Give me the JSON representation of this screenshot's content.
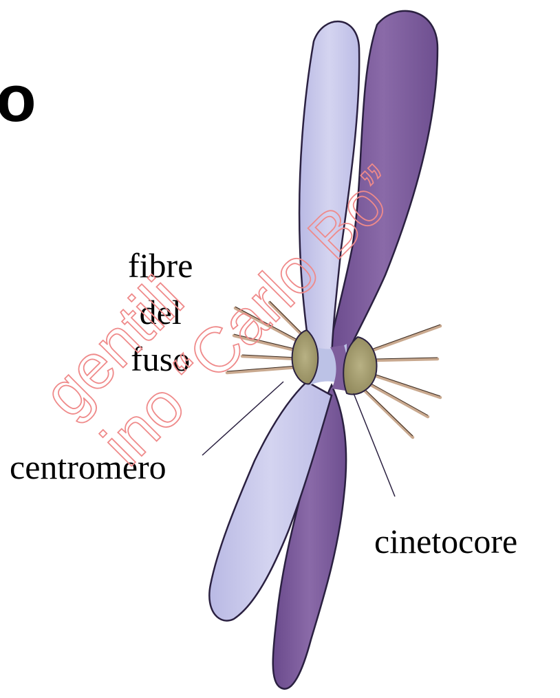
{
  "diagram": {
    "corner_letter": "o",
    "labels": {
      "spindle_fibers_lines": [
        "fibre",
        "del",
        "fuso"
      ],
      "centromere": "centromero",
      "kinetochore": "cinetocore"
    },
    "watermark": {
      "line1": "gentili",
      "line2": "ino “Carlo Bo”"
    },
    "colors": {
      "light_chromatid": "#c9c9ea",
      "dark_chromatid": "#7e5e9c",
      "kinetochore": "#a89f6e",
      "fiber": "#c9a98f",
      "watermark": "#ef8a8a",
      "text": "#000000"
    }
  }
}
